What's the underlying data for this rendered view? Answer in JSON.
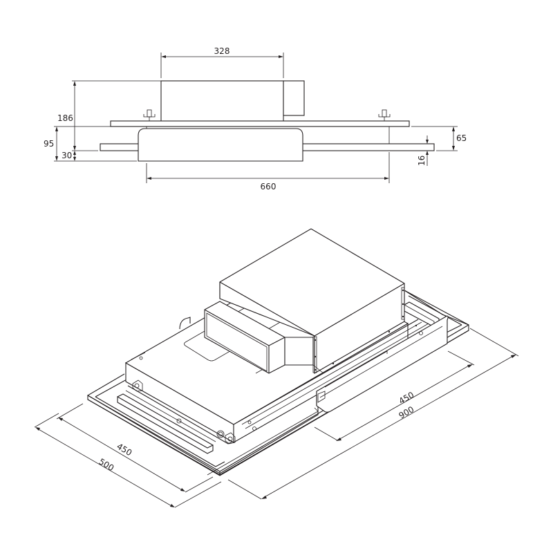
{
  "drawing": {
    "title": "Cooker hood technical dimensional drawing",
    "line_color": "#231f20",
    "background": "#ffffff"
  },
  "side_view": {
    "dimensions": {
      "top_box_width": "328",
      "overall_height": "186",
      "body_height": "95",
      "bottom_depth": "30",
      "right_height": "65",
      "rail_thickness": "16",
      "mount_spacing": "660"
    }
  },
  "isometric_view": {
    "dimensions": {
      "inner_depth": "450",
      "outer_depth": "500",
      "inner_width": "450",
      "outer_width": "900"
    }
  }
}
